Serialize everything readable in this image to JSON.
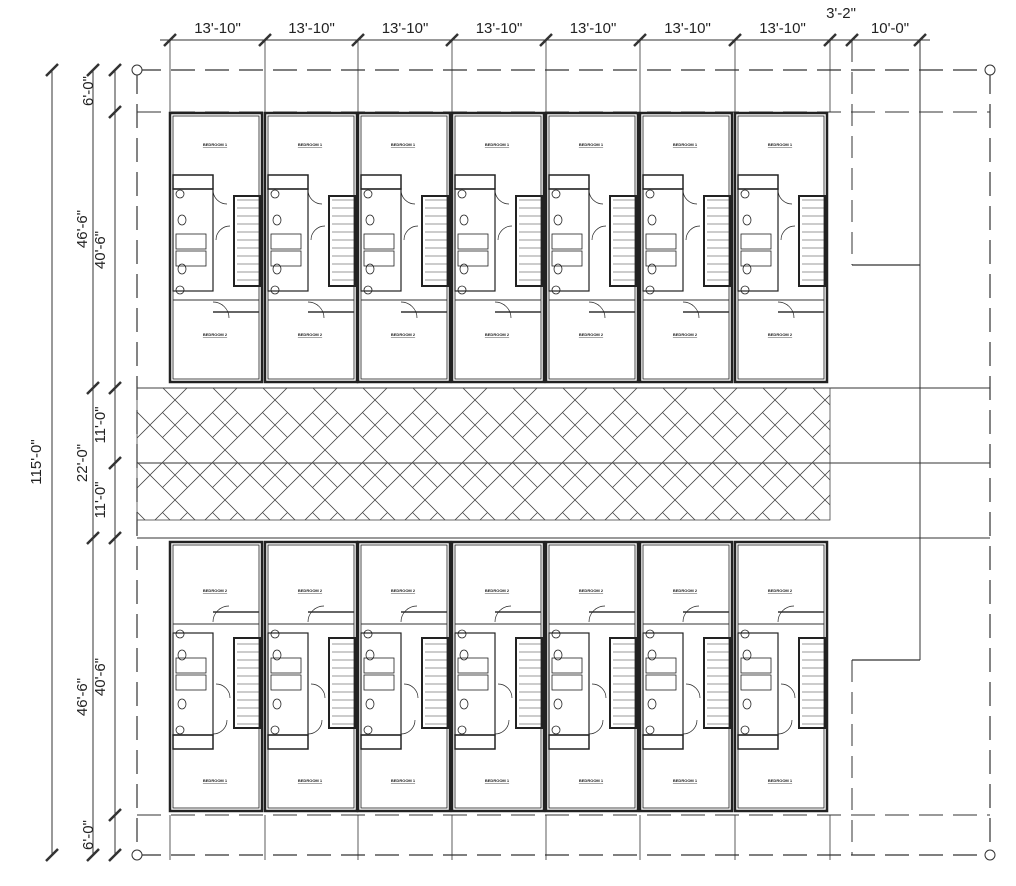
{
  "plan": {
    "top_dimensions": [
      "13'-10\"",
      "13'-10\"",
      "13'-10\"",
      "13'-10\"",
      "13'-10\"",
      "13'-10\"",
      "13'-10\"",
      "3'-2\"",
      "10'-0\""
    ],
    "left_outer_dimension": "115'-0\"",
    "left_middle_dimensions": [
      "46'-6\"",
      "22'-0\"",
      "46'-6\""
    ],
    "left_inner_dimensions": [
      "6'-0\"",
      "40'-6\"",
      "11'-0\"",
      "11'-0\"",
      "40'-6\"",
      "6'-0\""
    ],
    "room_labels": {
      "bedroom_1": "BEDROOM 1",
      "bedroom_2": "BEDROOM 2"
    },
    "units_per_row": 7,
    "rows": 2
  }
}
